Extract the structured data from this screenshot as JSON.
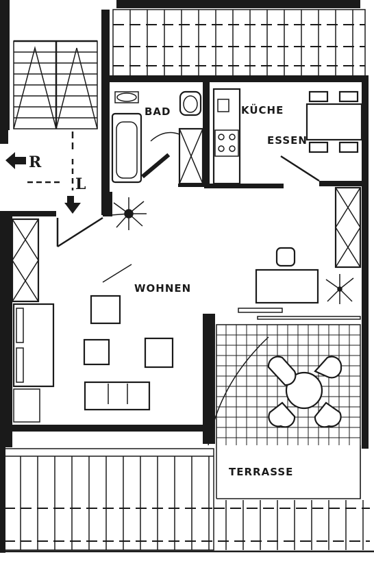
{
  "rooms": {
    "bath": "BAD",
    "kitchen": "KÜCHE",
    "dining": "ESSEN",
    "living": "WOHNEN",
    "terrace": "TERRASSE"
  },
  "stairs": {
    "right_marker": "R",
    "left_marker": "L"
  }
}
